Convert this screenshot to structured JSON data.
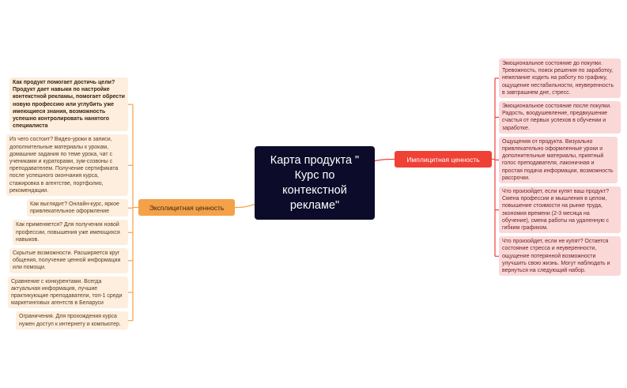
{
  "center": {
    "title": "Карта продукта \" Курс по контекстной рекламе\""
  },
  "explicit": {
    "label": "Эксплицитная ценность",
    "color": "#f4a14a",
    "items": [
      "Как продукт помогает достичь цели? Продукт дает навыки по настройке контекстной рекламы, помогает обрести новую профессию или углубить уже имеющиеся знания, возможность успешно контролировать нанятого специалиста",
      "Из чего состоит? Видео-уроки в записи, дополнительные материалы к урокам, домашние задания по теме урока, чат с учениками и кураторами, зум-созвоны с преподавателем.  Получение сертификата после успешного окончания курса, стажировка в агентстве, портфолио, рекомендации.",
      "Как выглядит? Онлайн-курс, яркое привлекательное оформление",
      "Как применяется? Для получения новой профессии, повышения уже имеющихся навыков.",
      "Скрытые возможности. Расширяется круг общения, получение ценной информации или помощи.",
      "Сравнение с конкурентами. Всегда актуальная информация, лучшие практикующие преподаватели, топ-1 среди маркетинговых агентств в Беларуси",
      "Ограничения. Для прохождения курса нужен доступ к интернету и компьютер."
    ]
  },
  "implicit": {
    "label": "Имплицитная ценность",
    "color": "#ef4136",
    "items": [
      "Эмоциональное состояние до покупки. Тревожность, поиск решения по заработку, нежелание ходить на работу по графику, ощущение нестабильности, неуверенность в завтрашнем дне, стресс.",
      "Эмоциональное состояние после покупки. Радость, воодушевление, предвкушение счастья от первых успехов в обучении и заработке.",
      "Ощущения от продукта. Визуально привлекательно оформленные уроки и дополнительные материалы, приятный голос преподавателя, лаконичная и простая подача информации, возможность рассрочки.",
      "Что произойдет, если купят ваш продукт? Смена профессии и мышления в целом, повышение стоимости на рынке труда, экономия времени (2-3 месяца на обучение), смена работы на удаленную с гибким графиком.",
      "Что произойдет, если не купят? Остается состояние стресса и неуверенности, ощущение потерянной возможности улучшить свою жизнь. Могут наблюдать и вернуться на следующий набор."
    ]
  }
}
